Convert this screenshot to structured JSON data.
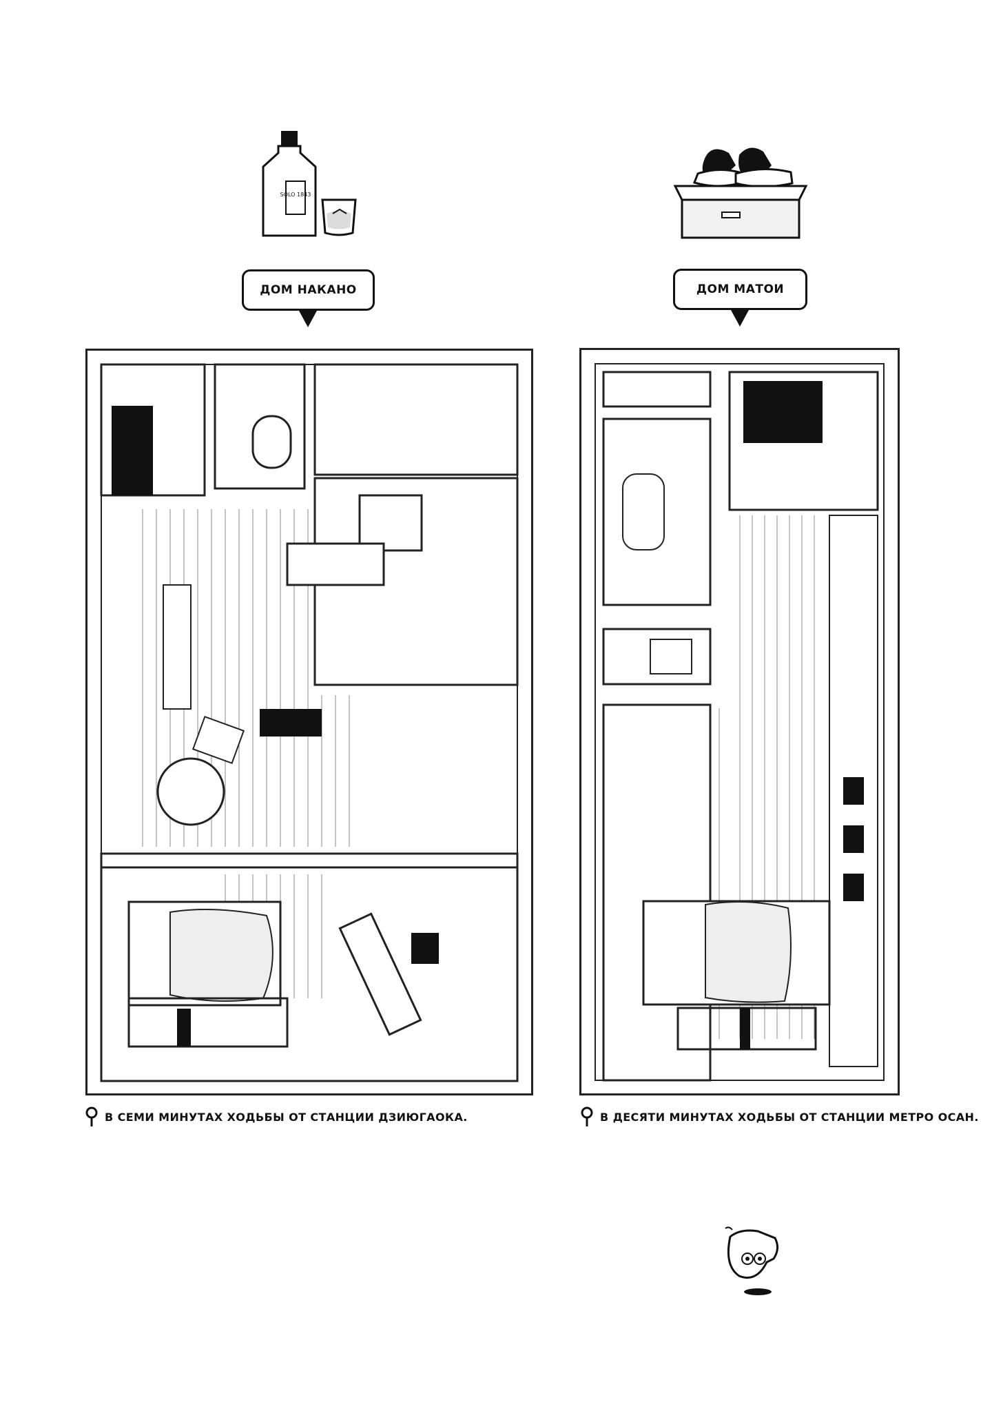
{
  "houses": [
    {
      "label": "ДОМ НАКАНО",
      "icon": "whisky-bottle-icon",
      "bottle_label": "SOLO 1843",
      "caption": "В СЕМИ МИНУТАХ ХОДЬБЫ ОТ СТАНЦИИ ДЗИЮГАОКА."
    },
    {
      "label": "ДОМ МАТОИ",
      "icon": "sneakers-on-box-icon",
      "caption": "В ДЕСЯТИ МИНУТАХ ХОДЬБЫ ОТ СТАНЦИИ МЕТРО ОСАН."
    }
  ],
  "colors": {
    "ink": "#111111",
    "paper": "#ffffff",
    "floor_line": "#777777"
  }
}
